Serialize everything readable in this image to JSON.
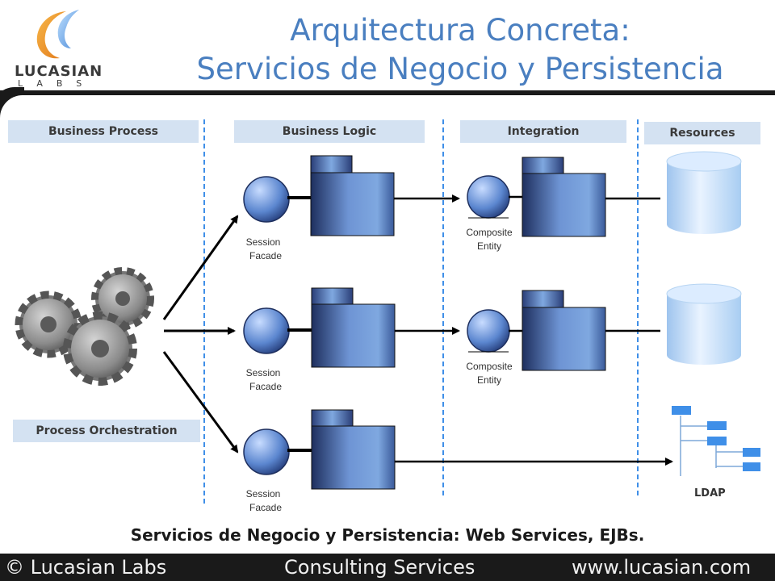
{
  "header": {
    "title_line1": "Arquitectura Concreta:",
    "title_line2": "Servicios de Negocio y Persistencia",
    "logo_name": "LUCASIAN",
    "logo_sub": "LABS"
  },
  "columns": {
    "business_process": "Business Process",
    "business_logic": "Business Logic",
    "integration": "Integration",
    "resources": "Resources"
  },
  "process_orchestration": "Process Orchestration",
  "components": {
    "session_facade": [
      "Session",
      "Facade"
    ],
    "composite_entity": [
      "Composite",
      "Entity"
    ]
  },
  "ldap_label": "LDAP",
  "caption": "Servicios de Negocio y Persistencia: Web Services, EJBs.",
  "footer": {
    "left": "© Lucasian Labs",
    "center": "Consulting Services",
    "right": "www.lucasian.com"
  },
  "colors": {
    "title_blue": "#4a7fc0",
    "header_bg": "#d4e2f2",
    "dash_blue": "#3f8fe8",
    "box_dark": "#1e2f5e",
    "box_light": "#7fa8e0"
  }
}
